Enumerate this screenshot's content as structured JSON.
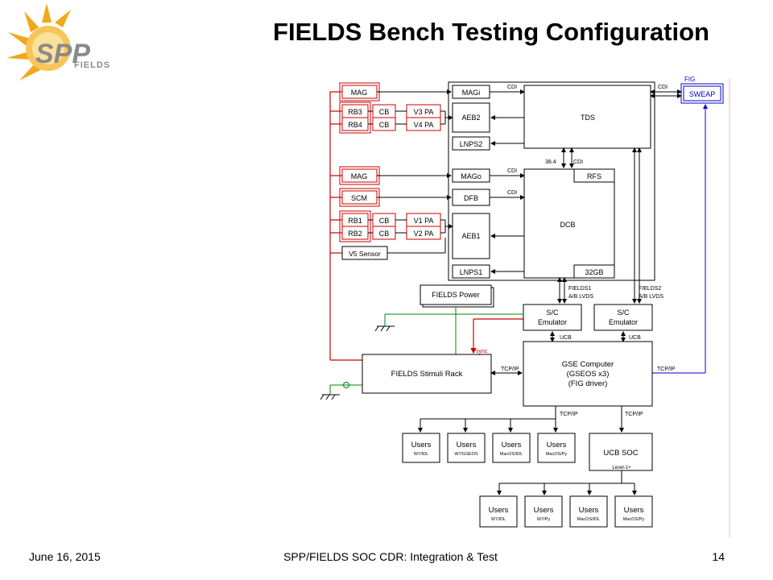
{
  "slide": {
    "title": "FIELDS Bench Testing Configuration",
    "logo_text": "SPP",
    "logo_subtext": "FIELDS",
    "footer_date": "June 16, 2015",
    "footer_center": "SPP/FIELDS SOC CDR: Integration & Test",
    "page_number": "14"
  },
  "colors": {
    "red": "#cc0000",
    "blue": "#0000cc",
    "green": "#008800",
    "sun": "#f2a81c"
  },
  "diagram": {
    "sensor_boxes": {
      "mag_top": "MAG",
      "rb3": "RB3",
      "rb4": "RB4",
      "cb1": "CB",
      "cb2": "CB",
      "v3pa": "V3 PA",
      "v4pa": "V4 PA",
      "mag_mid": "MAG",
      "scm": "SCM",
      "rb1": "RB1",
      "rb2": "RB2",
      "cb3": "CB",
      "cb4": "CB",
      "v1pa": "V1 PA",
      "v2pa": "V2 PA",
      "v5": "V5 Sensor"
    },
    "fields_boxes": {
      "magi": "MAGi",
      "aeb2": "AEB2",
      "lnps2": "LNPS2",
      "mago": "MAGo",
      "dfb": "DFB",
      "aeb1": "AEB1",
      "lnps1": "LNPS1",
      "tds": "TDS",
      "rfs": "RFS",
      "dcb": "DCB",
      "gb32": "32GB"
    },
    "fig_label": "FIG",
    "sweap": "SWEAP",
    "cdi_labels": [
      "CDI",
      "CDI",
      "CDI",
      "CDI",
      "CDI"
    ],
    "rate_label": "38.4",
    "fields1": "FIELDS1",
    "fields1_sub": "A/B LVDS",
    "fields2": "FIELDS2",
    "fields2_sub": "A/B LVDS",
    "fields_power": "FIELDS Power",
    "sc_emulator_1": [
      "S/C",
      "Emulator"
    ],
    "sc_emulator_2": [
      "S/C",
      "Emulator"
    ],
    "ucb1": "UCB",
    "ucb2": "UCB",
    "sync": "sync",
    "stimuli_rack": "FIELDS Stimuli Rack",
    "tcpip_rack": "TCP/IP",
    "tcpip_sweap": "TCP/IP",
    "gse": [
      "GSE Computer",
      "(GSEOS x3)",
      "(FIG driver)"
    ],
    "tcpip_users": "TCP/IP",
    "tcpip_soc": "TCP/IP",
    "users_row1": [
      {
        "label": "Users",
        "sub": "W7/IDL"
      },
      {
        "label": "Users",
        "sub": "W7/GSEOS"
      },
      {
        "label": "Users",
        "sub": "MacOS/IDL"
      },
      {
        "label": "Users",
        "sub": "MacOS/Py"
      }
    ],
    "ucb_soc": "UCB SOC",
    "level": "Level-1+",
    "users_row2": [
      {
        "label": "Users",
        "sub": "W7/IDL"
      },
      {
        "label": "Users",
        "sub": "W7/Py"
      },
      {
        "label": "Users",
        "sub": "MacOS/IDL"
      },
      {
        "label": "Users",
        "sub": "MacOS/Py"
      }
    ]
  }
}
